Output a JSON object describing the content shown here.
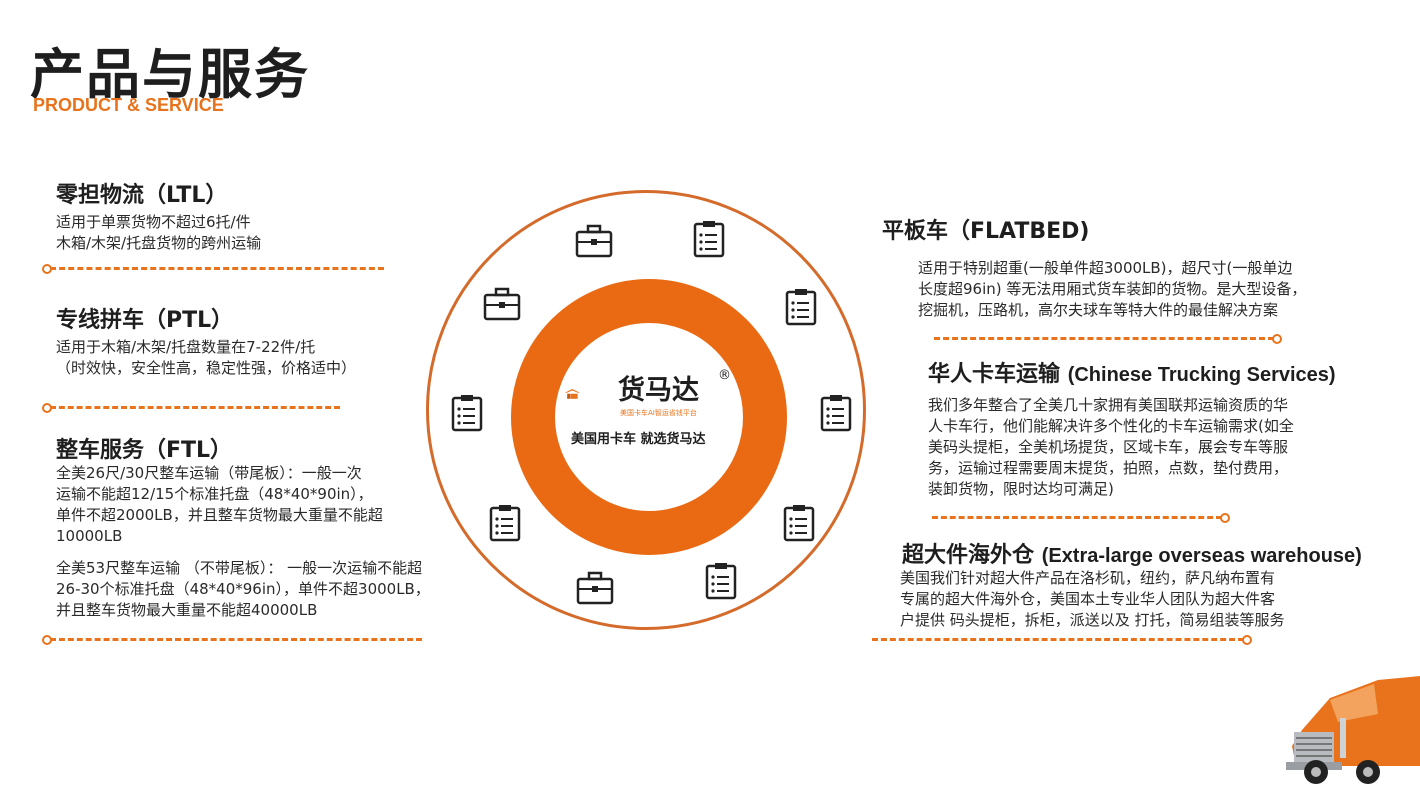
{
  "header": {
    "title_cn": "产品与服务",
    "title_en": "PRODUCT & SERVICE"
  },
  "left": {
    "ltl": {
      "title": "零担物流（LTL）",
      "lines": [
        "适用于单票货物不超过6托/件",
        "木箱/木架/托盘货物的跨州运输"
      ]
    },
    "ptl": {
      "title": "专线拼车（PTL）",
      "lines": [
        "适用于木箱/木架/托盘数量在7-22件/托",
        "（时效快，安全性高，稳定性强，价格适中）"
      ]
    },
    "ftl": {
      "title": "整车服务（FTL）",
      "para1": [
        "全美26尺/30尺整车运输（带尾板）：一般一次",
        "运输不能超12/15个标准托盘（48*40*90in），",
        "单件不超2000LB，并且整车货物最大重量不能超",
        "10000LB"
      ],
      "para2": [
        "全美53尺整车运输 （不带尾板）： 一般一次运输不能超",
        "26-30个标准托盘（48*40*96in），单件不超3000LB，",
        "并且整车货物最大重量不能超40000LB"
      ]
    }
  },
  "right": {
    "flatbed": {
      "title": "平板车（FLATBED)",
      "lines": [
        "适用于特别超重(一般单件超3000LB)，超尺寸(一般单边",
        "长度超96in) 等无法用厢式货车装卸的货物。是大型设备，",
        "挖掘机，压路机，高尔夫球车等特大件的最佳解决方案"
      ]
    },
    "chinese_trucking": {
      "title_cn": "华人卡车运输",
      "title_en": "(Chinese Trucking Services)",
      "lines": [
        "我们多年整合了全美几十家拥有美国联邦运输资质的华",
        "人卡车行，他们能解决许多个性化的卡车运输需求(如全",
        "美码头提柜，全美机场提货，区域卡车，展会专车等服",
        "务，运输过程需要周末提货，拍照，点数，垫付费用，",
        "装卸货物，限时达均可满足)"
      ]
    },
    "warehouse": {
      "title_cn": "超大件海外仓",
      "title_en": "(Extra-large overseas warehouse)",
      "lines": [
        "美国我们针对超大件产品在洛杉矶，纽约，萨凡纳布置有",
        "专属的超大件海外仓，美国本土专业华人团队为超大件客",
        "户提供 码头提柜，拆柜，派送以及 打托，简易组装等服务"
      ]
    }
  },
  "center": {
    "logo_name": "货马达",
    "logo_reg": "®",
    "logo_sub": "美国卡车AI智运省钱平台",
    "slogan": "美国用卡车 就选货马达"
  },
  "colors": {
    "accent": "#e8731c",
    "ring": "#ea6a13",
    "outer_ring": "#d46b2b",
    "text": "#1e1e1e"
  },
  "icons": [
    "briefcase-icon",
    "clipboard-icon",
    "truck-image"
  ]
}
